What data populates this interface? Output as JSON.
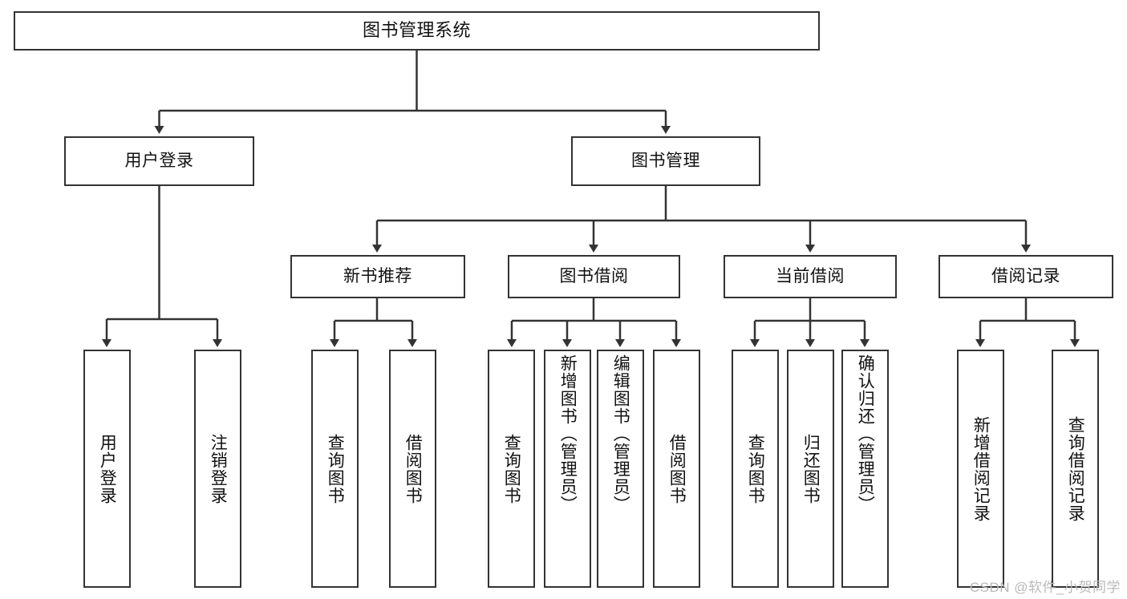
{
  "diagram": {
    "title": "图书管理系统",
    "type": "functional-structure-tree",
    "orientation": "top-down",
    "box_fill": "#ffffff",
    "box_stroke": "#333333",
    "text_color": "#111111",
    "watermark": "CSDN @软件_小贺同学"
  },
  "nodes": {
    "root": {
      "label": "图书管理系统",
      "level": 1
    },
    "level2": [
      {
        "id": "user-login",
        "label": "用户登录"
      },
      {
        "id": "book-manage",
        "label": "图书管理"
      }
    ],
    "level3": [
      {
        "id": "new-book-recommend",
        "label": "新书推荐"
      },
      {
        "id": "book-borrow",
        "label": "图书借阅"
      },
      {
        "id": "current-borrow",
        "label": "当前借阅"
      },
      {
        "id": "borrow-record",
        "label": "借阅记录"
      }
    ],
    "leaves": {
      "user_login": [
        {
          "id": "leaf-user-login",
          "label": "用户登录"
        },
        {
          "id": "leaf-user-logout",
          "label": "注销登录"
        }
      ],
      "new_book_recommend": [
        {
          "id": "leaf-query-book-1",
          "label": "查询图书"
        },
        {
          "id": "leaf-borrow-book-1",
          "label": "借阅图书"
        }
      ],
      "book_borrow": [
        {
          "id": "leaf-query-book-2",
          "label": "查询图书"
        },
        {
          "id": "leaf-add-book",
          "label": "新增图书（管理员）"
        },
        {
          "id": "leaf-edit-book",
          "label": "编辑图书（管理员）"
        },
        {
          "id": "leaf-borrow-book-2",
          "label": "借阅图书"
        }
      ],
      "current_borrow": [
        {
          "id": "leaf-query-book-3",
          "label": "查询图书"
        },
        {
          "id": "leaf-return-book",
          "label": "归还图书"
        },
        {
          "id": "leaf-confirm-return",
          "label": "确认归还（管理员）"
        }
      ],
      "borrow_record": [
        {
          "id": "leaf-add-record",
          "label": "新增借阅记录"
        },
        {
          "id": "leaf-query-record",
          "label": "查询借阅记录"
        }
      ]
    }
  }
}
